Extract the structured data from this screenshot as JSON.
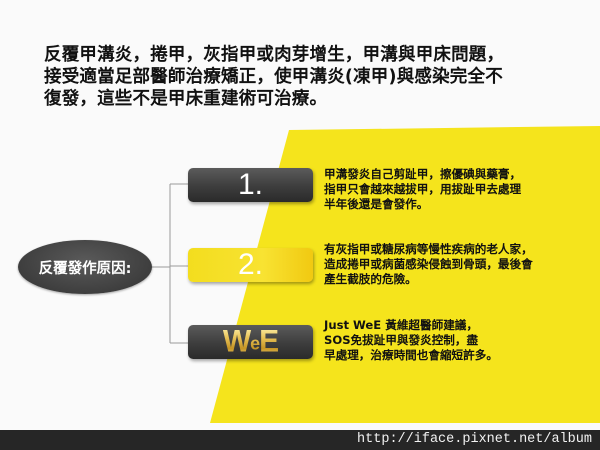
{
  "headline": {
    "lines": [
      "反覆甲溝炎，捲甲，灰指甲或肉芽增生，甲溝與甲床問題，",
      "接受適當足部醫師治療矯正，使甲溝炎(凍甲)與感染完全不",
      "復發，這些不是甲床重建術可治療。"
    ]
  },
  "diagram": {
    "root_label": "反覆發作原因:",
    "items": [
      {
        "badge": "1.",
        "badge_style": "dark",
        "description_lines": [
          "甲溝發炎自己剪趾甲，擦優碘與藥膏，",
          "指甲只會越來越拔甲，用拔趾甲去處理",
          "半年後還是會發作。"
        ]
      },
      {
        "badge": "2.",
        "badge_style": "yellow",
        "description_lines": [
          "有灰指甲或糖尿病等慢性疾病的老人家，",
          "造成捲甲或病菌感染侵蝕到骨頭，最後會",
          "產生截肢的危險。"
        ]
      },
      {
        "badge": "WeE",
        "badge_style": "logo",
        "logo": {
          "part1": "W",
          "part2": "e",
          "part3": "E"
        },
        "description_lines": [
          "Just WeE 黃維超醫師建議，",
          "SOS免拔趾甲與發炎控制，盡",
          "早處理，治療時間也會縮短許多。"
        ]
      }
    ]
  },
  "colors": {
    "accent_yellow": "#f5e41c",
    "dark_box": "#3d3d3d",
    "footer_bg": "#262626",
    "background": "#fafafa"
  },
  "footer": {
    "url": "http://iface.pixnet.net/album"
  }
}
